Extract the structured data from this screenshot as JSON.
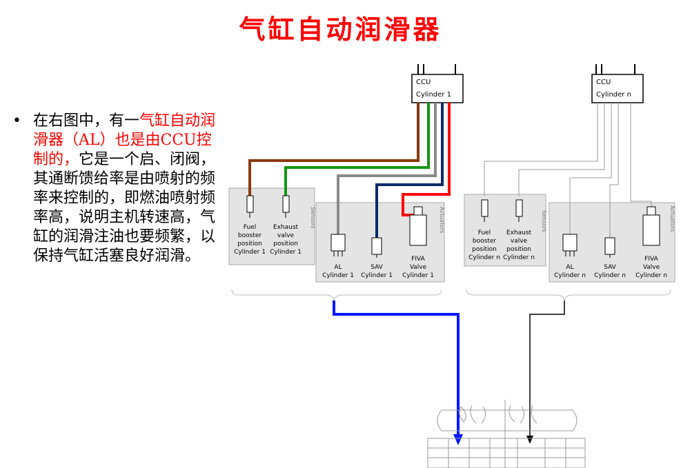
{
  "title": "气缸自动润滑器",
  "bullet": {
    "marker": "•",
    "segments": [
      {
        "text": "在右图中，有一",
        "color": "#000000"
      },
      {
        "text": "气缸自动润滑器（AL）也是由CCU控制的，",
        "color": "#ff0000"
      },
      {
        "text": "它是一个启、闭阀，其通断馈给率是由喷射的频率来控制的，即燃油喷射频率高，说明主机转速高，气缸的润滑注油也要频繁，以保持气缸活塞良好润滑。",
        "color": "#000000"
      }
    ]
  },
  "diagram": {
    "ccu1": [
      "CCU",
      "Cylinder 1"
    ],
    "ccun": [
      "CCU",
      "Cylinder n"
    ],
    "sensors_label": "Sensors",
    "actuators_label": "Actuators",
    "left_sensors": [
      [
        "Fuel",
        "booster",
        "position",
        "Cylinder 1"
      ],
      [
        "Exhaust",
        "valve",
        "position",
        "Cylinder 1"
      ]
    ],
    "left_actuators": [
      [
        "AL",
        "Cylinder 1"
      ],
      [
        "SAV",
        "Cylinder 1"
      ],
      [
        "FIVA",
        "Valve",
        "Cylinder 1"
      ]
    ],
    "right_sensors": [
      [
        "Fuel",
        "booster",
        "position",
        "Cylinder n"
      ],
      [
        "Exhaust",
        "valve",
        "position",
        "Cylinder n"
      ]
    ],
    "right_actuators": [
      [
        "AL",
        "Cylinder n"
      ],
      [
        "SAV",
        "Cylinder n"
      ],
      [
        "FIVA",
        "Valve",
        "Cylinder n"
      ]
    ],
    "colors": {
      "brown": "#8b3a0e",
      "green": "#129612",
      "gray": "#8a8a8a",
      "navy": "#0a2a6a",
      "red": "#ff0000",
      "blue": "#0016ff"
    }
  }
}
